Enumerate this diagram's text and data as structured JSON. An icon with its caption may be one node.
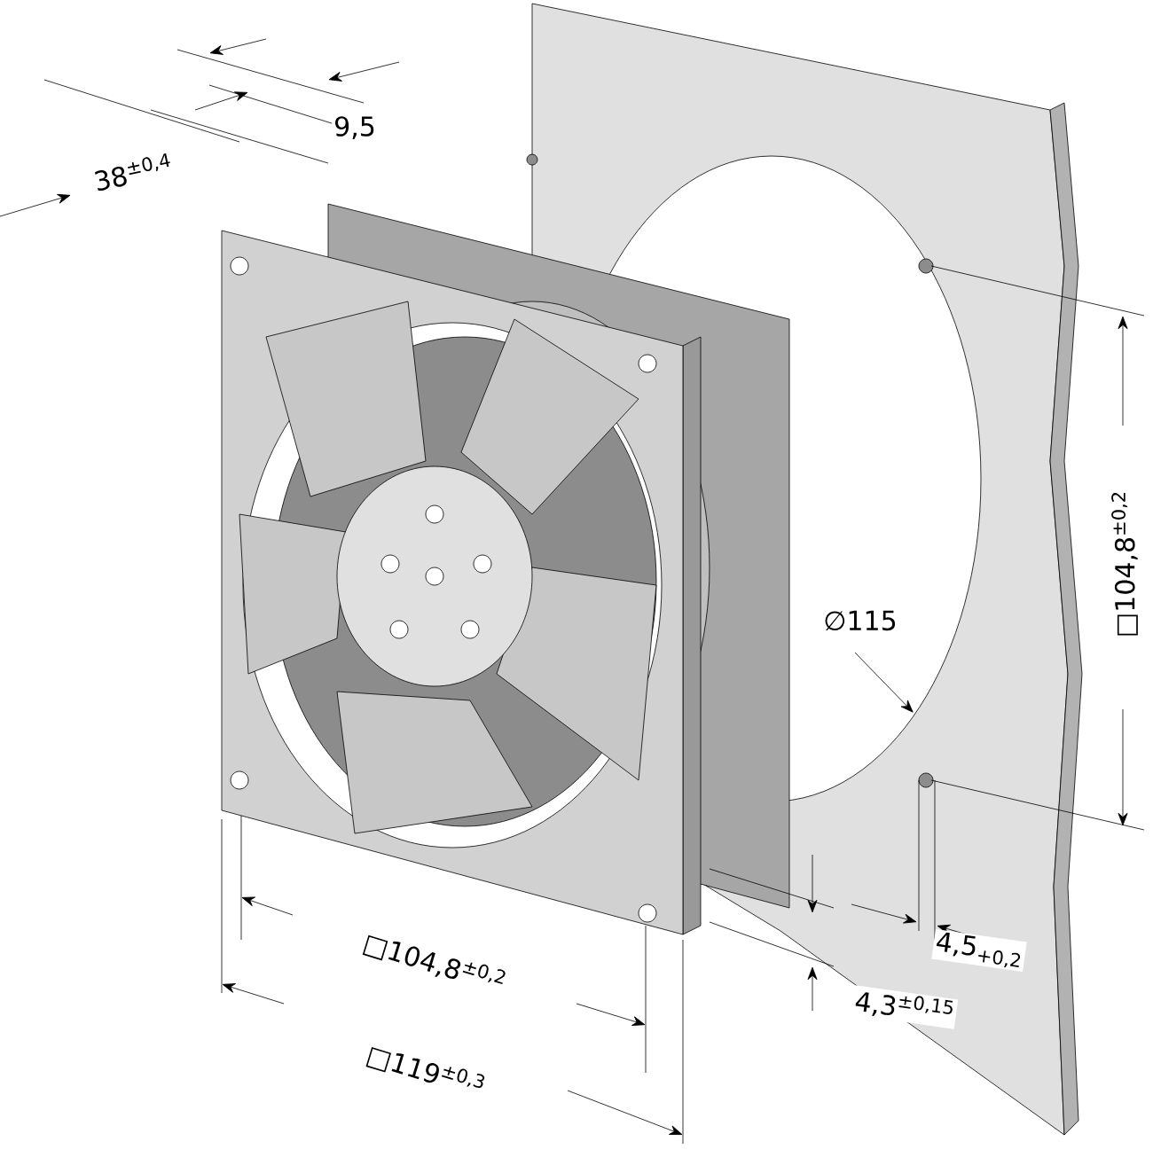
{
  "diagram": {
    "labels": [
      "38$^{±0,4}$",
      "9,5",
      "∅115",
      "□104,8$^{±0,2}$",
      "□104,8$^{±0,2}$",
      "4,5$_{+0,2}$",
      "4,3$^{±0,15}$",
      "□119$^{±0,3}$"
    ]
  }
}
